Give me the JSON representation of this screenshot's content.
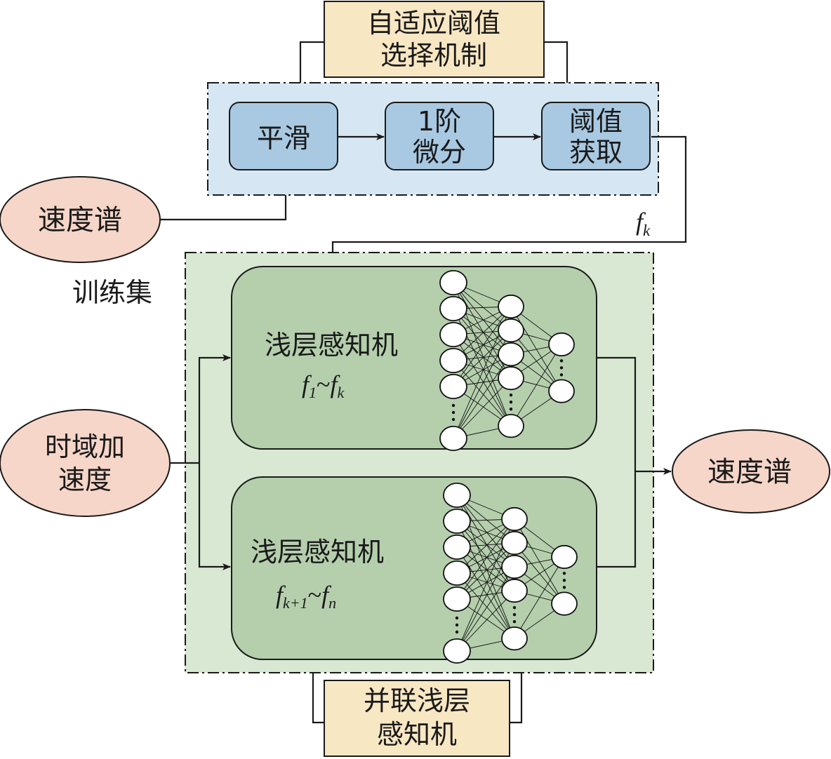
{
  "adaptive_box": {
    "line1": "自适应阈值",
    "line2": "选择机制"
  },
  "threshold_steps": [
    {
      "lines": [
        "平滑"
      ]
    },
    {
      "lines": [
        "1阶",
        "微分"
      ]
    },
    {
      "lines": [
        "阈值",
        "获取"
      ]
    }
  ],
  "speed_spectrum_input": "速度谱",
  "fk_label": {
    "base": "f",
    "sub": "k"
  },
  "training_set_label": "训练集",
  "time_accel": {
    "line1": "时域加",
    "line2": "速度"
  },
  "perceptron_top": {
    "title": "浅层感知机",
    "range": {
      "a": "f",
      "a_sub": "1",
      "tilde": "~",
      "b": "f",
      "b_sub": "k"
    }
  },
  "perceptron_bottom": {
    "title": "浅层感知机",
    "range": {
      "a": "f",
      "a_sub": "k+1",
      "tilde": "~",
      "b": "f",
      "b_sub": "n"
    }
  },
  "speed_spectrum_output": "速度谱",
  "parallel_box": {
    "line1": "并联浅层",
    "line2": "感知机"
  },
  "colors": {
    "threshold_bg": "#d6e6f3",
    "step_box": "#a9c9e2",
    "training_bg": "#d8e8d2",
    "perceptron_box": "#b5cfad",
    "ellipse": "#f6d6c8",
    "label_box": "#f8e7c3"
  },
  "icons": [
    "arrow-icon",
    "neural-network-icon"
  ]
}
